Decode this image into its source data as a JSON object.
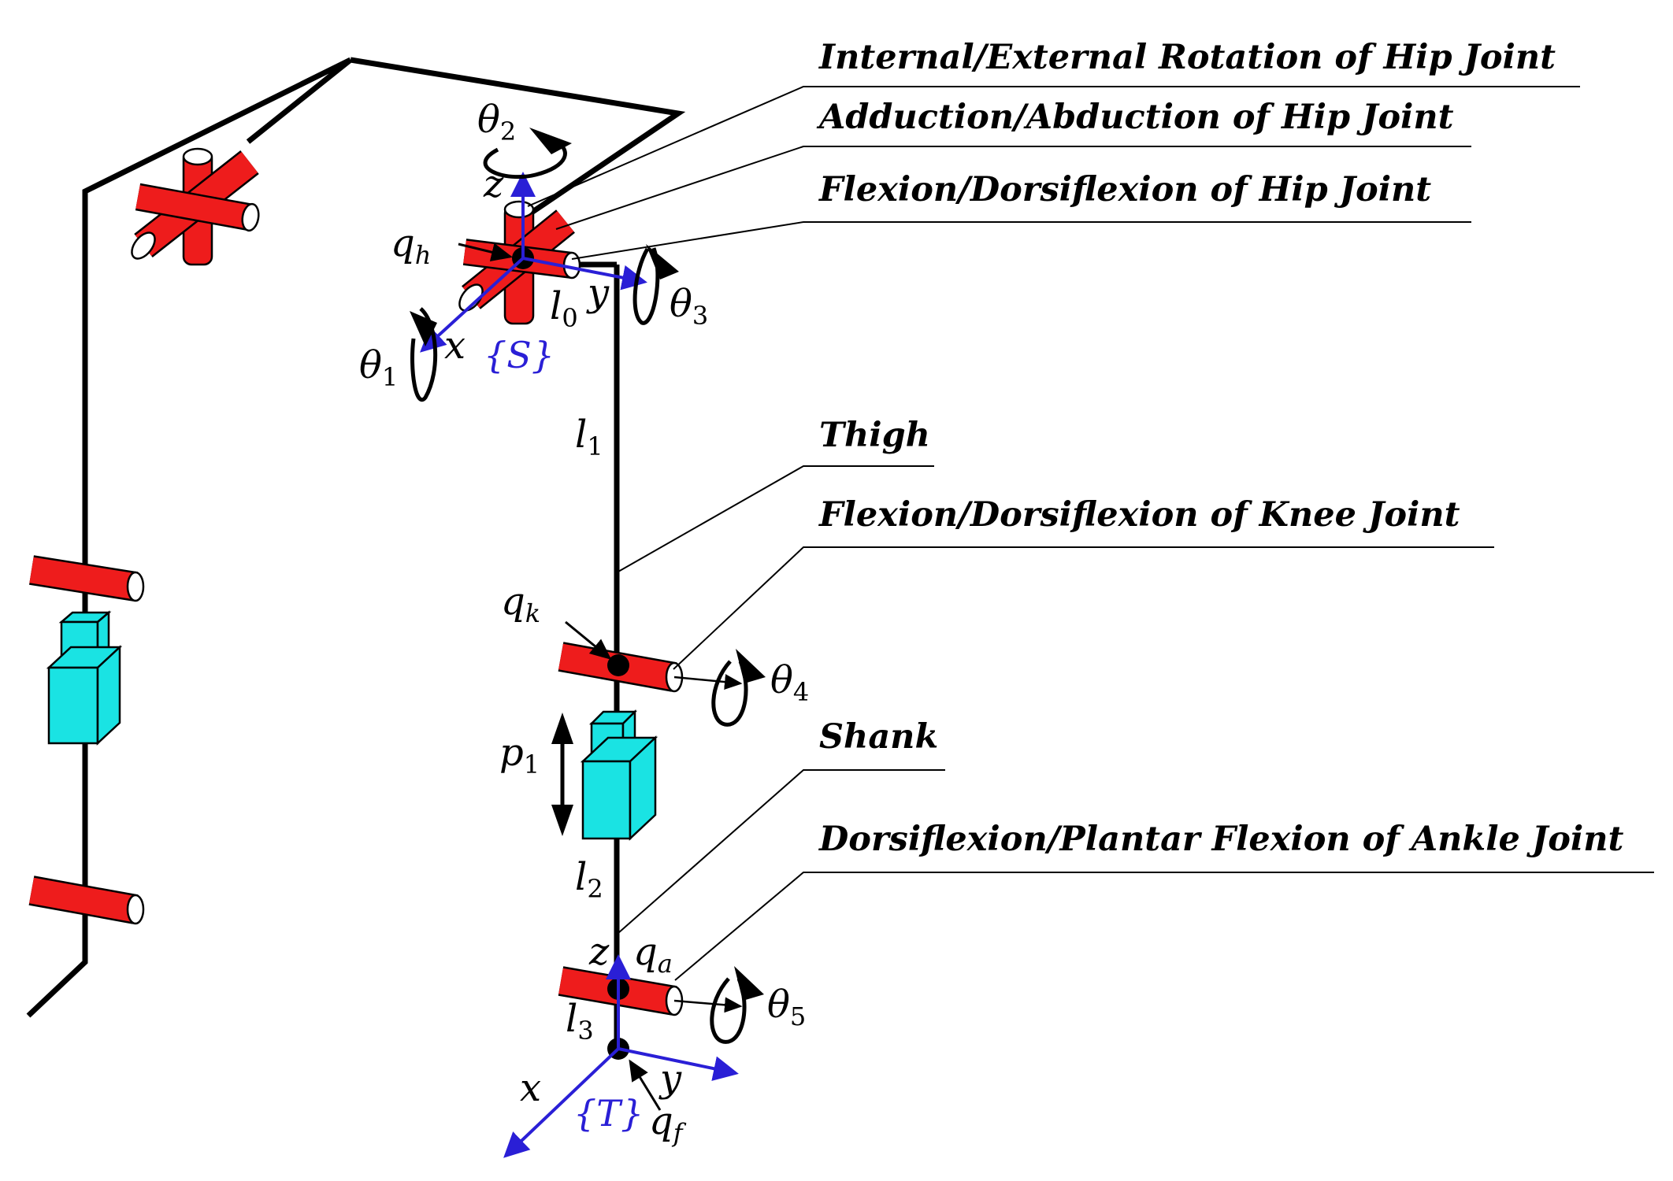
{
  "callouts": {
    "hip_rotation": "Internal/External Rotation of Hip Joint",
    "hip_abduction": "Adduction/Abduction of Hip Joint",
    "hip_flexion": "Flexion/Dorsiflexion of Hip Joint",
    "thigh": "Thigh",
    "knee_flexion": "Flexion/Dorsiflexion of Knee Joint",
    "shank": "Shank",
    "ankle_flexion": "Dorsiflexion/Plantar Flexion of Ankle Joint"
  },
  "symbols": {
    "theta": "θ",
    "theta1_sub": "1",
    "theta2_sub": "2",
    "theta3_sub": "3",
    "theta4_sub": "4",
    "theta5_sub": "5",
    "q": "q",
    "qh_sub": "h",
    "qk_sub": "k",
    "qa_sub": "a",
    "qf_sub": "f",
    "l": "l",
    "l0_sub": "0",
    "l1_sub": "1",
    "l2_sub": "2",
    "l3_sub": "3",
    "p": "p",
    "p1_sub": "1"
  },
  "axes": {
    "x": "x",
    "y": "y",
    "z": "z"
  },
  "frames": {
    "hip_frame": "{S}",
    "foot_frame": "{T}"
  },
  "colors": {
    "joint_red": "#ee1c1c",
    "prismatic_cyan": "#1ae3e3",
    "axis_blue": "#2a1fd6",
    "link_black": "#000000"
  }
}
